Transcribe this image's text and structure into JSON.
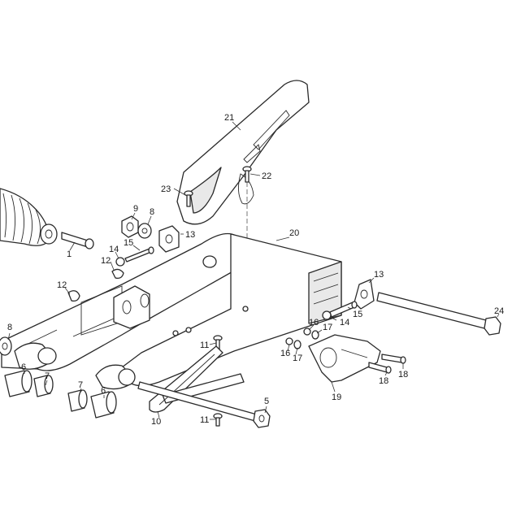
{
  "callouts": {
    "c1": "1",
    "c5": "5",
    "c6a": "6",
    "c6b": "6",
    "c7a": "7",
    "c7b": "7",
    "c8a": "8",
    "c8b": "8",
    "c9": "9",
    "c10": "10",
    "c11a": "11",
    "c11b": "11",
    "c12a": "12",
    "c12b": "12",
    "c13a": "13",
    "c13b": "13",
    "c14a": "14",
    "c14b": "14",
    "c15a": "15",
    "c15b": "15",
    "c16a": "16",
    "c16b": "16",
    "c17a": "17",
    "c17b": "17",
    "c18a": "18",
    "c18b": "18",
    "c19": "19",
    "c20": "20",
    "c21": "21",
    "c22": "22",
    "c23": "23",
    "c24": "24"
  }
}
